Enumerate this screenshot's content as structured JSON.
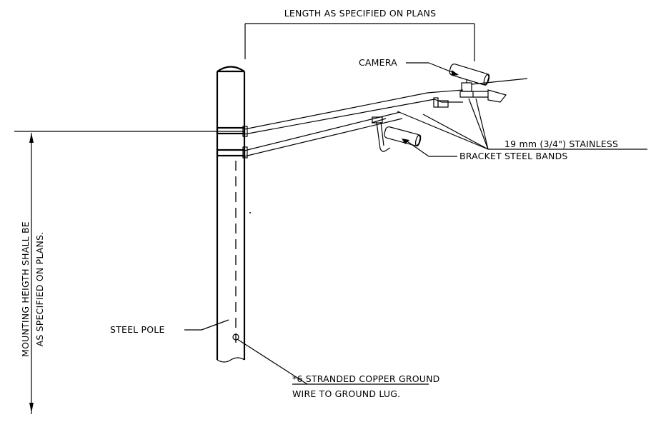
{
  "labels": {
    "length": "LENGTH AS SPECIFIED ON PLANS",
    "camera": "CAMERA",
    "bands_line1": "19 mm (3/4\") STAINLESS",
    "bands_line2": "STEEL BANDS",
    "bracket": "BRACKET",
    "mounting_line1": "MOUNTING HEIGTH SHALL BE",
    "mounting_line2": "AS SPECIFIED ON PLANS.",
    "steel_pole": "STEEL POLE",
    "ground_line1": "*6 STRANDED COPPER GROUND",
    "ground_line2": "WIRE TO GROUND LUG."
  }
}
